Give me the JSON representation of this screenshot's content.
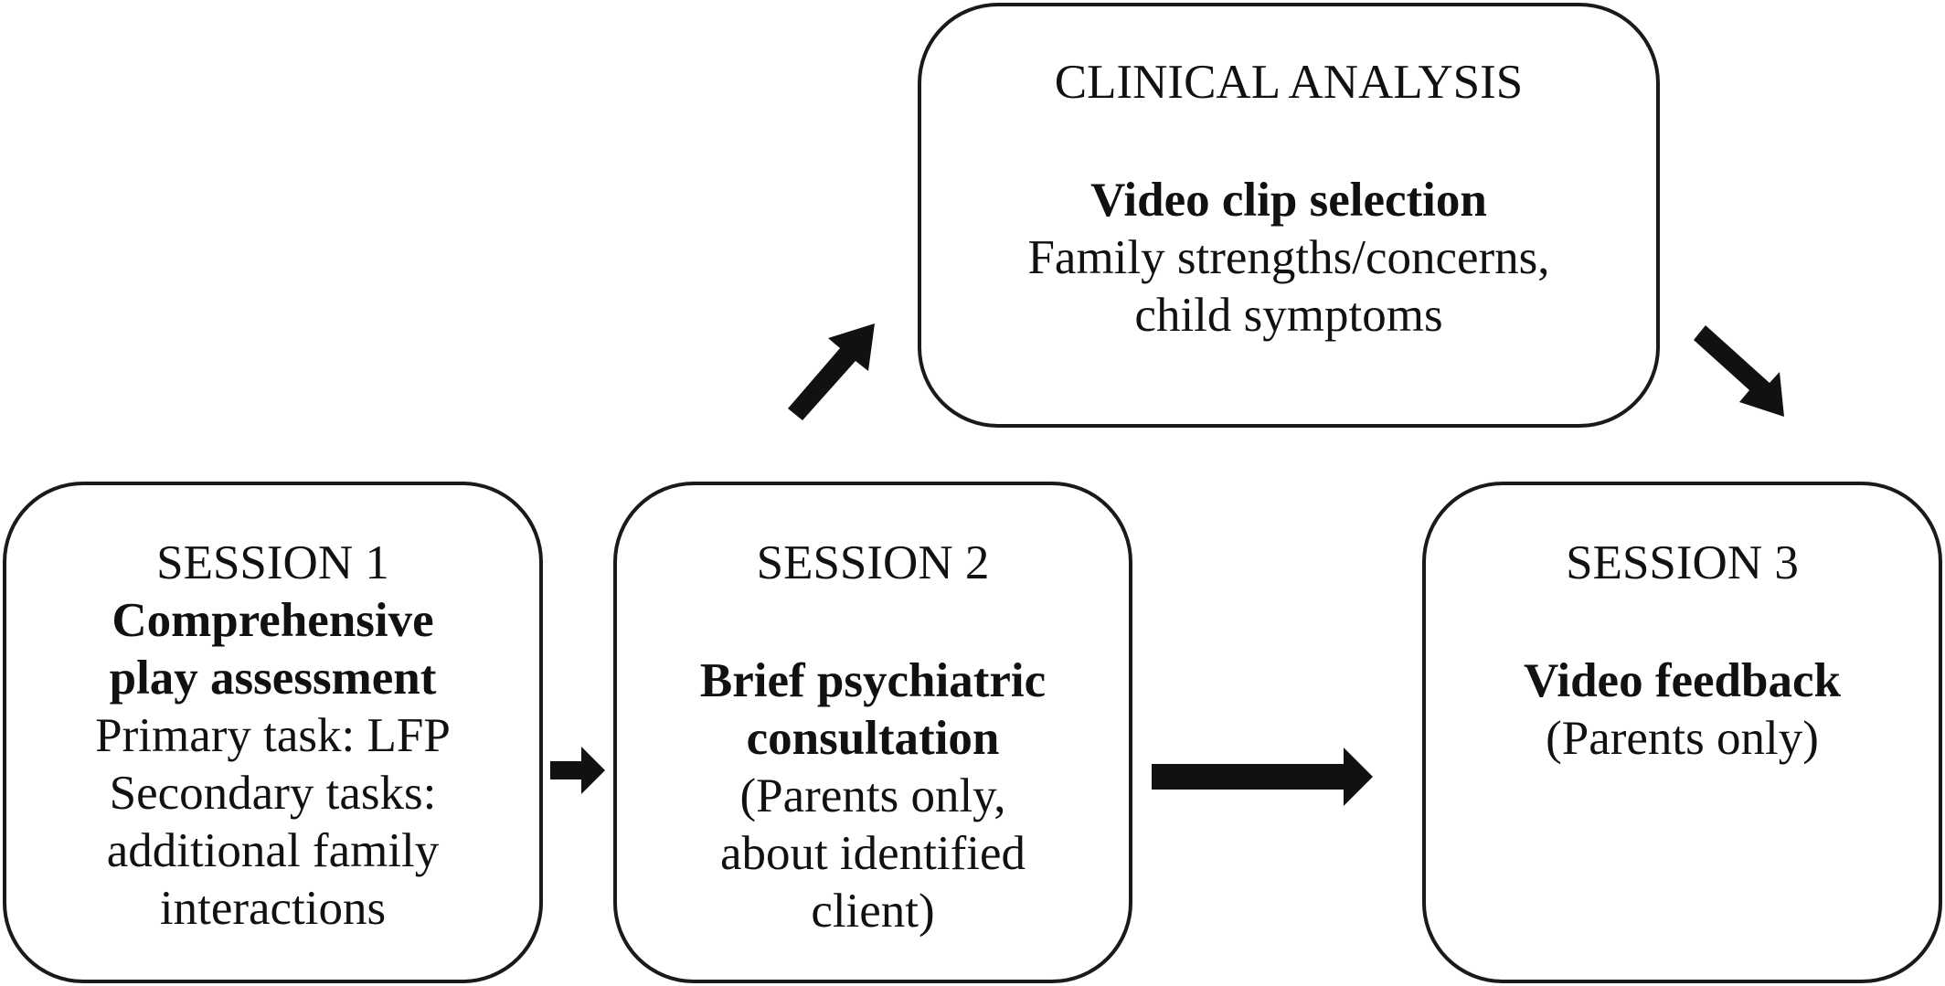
{
  "clinical_analysis": {
    "heading": "CLINICAL ANALYSIS",
    "subheading": "Video clip selection",
    "lines": [
      "Family strengths/concerns,",
      "child symptoms"
    ]
  },
  "session1": {
    "heading": "SESSION 1",
    "title_lines": [
      "Comprehensive",
      "play assessment"
    ],
    "lines": [
      "Primary task: LFP",
      "Secondary tasks:",
      "additional family",
      "interactions"
    ]
  },
  "session2": {
    "heading": "SESSION 2",
    "title_lines": [
      "Brief psychiatric",
      "consultation"
    ],
    "lines": [
      "(Parents only,",
      "about identified",
      "client)"
    ]
  },
  "session3": {
    "heading": "SESSION 3",
    "title": "Video feedback",
    "note": "(Parents only)"
  }
}
